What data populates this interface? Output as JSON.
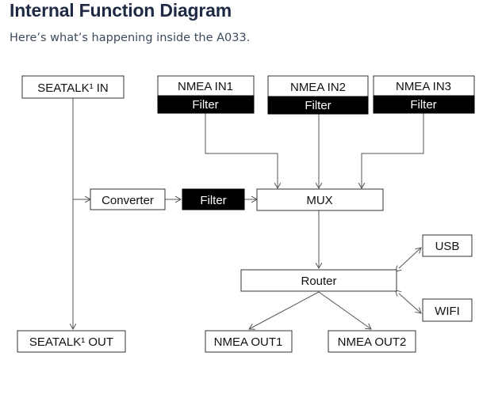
{
  "header": {
    "title": "Internal Function Diagram",
    "subtitle": "Here’s what’s happening inside the A033."
  },
  "diagram": {
    "seatalk_in": "SEATALK¹ IN",
    "nmea_in1": "NMEA IN1",
    "nmea_in2": "NMEA IN2",
    "nmea_in3": "NMEA IN3",
    "filter": "Filter",
    "converter": "Converter",
    "mux": "MUX",
    "router": "Router",
    "usb": "USB",
    "wifi": "WIFI",
    "seatalk_out": "SEATALK¹ OUT",
    "nmea_out1": "NMEA OUT1",
    "nmea_out2": "NMEA OUT2"
  }
}
